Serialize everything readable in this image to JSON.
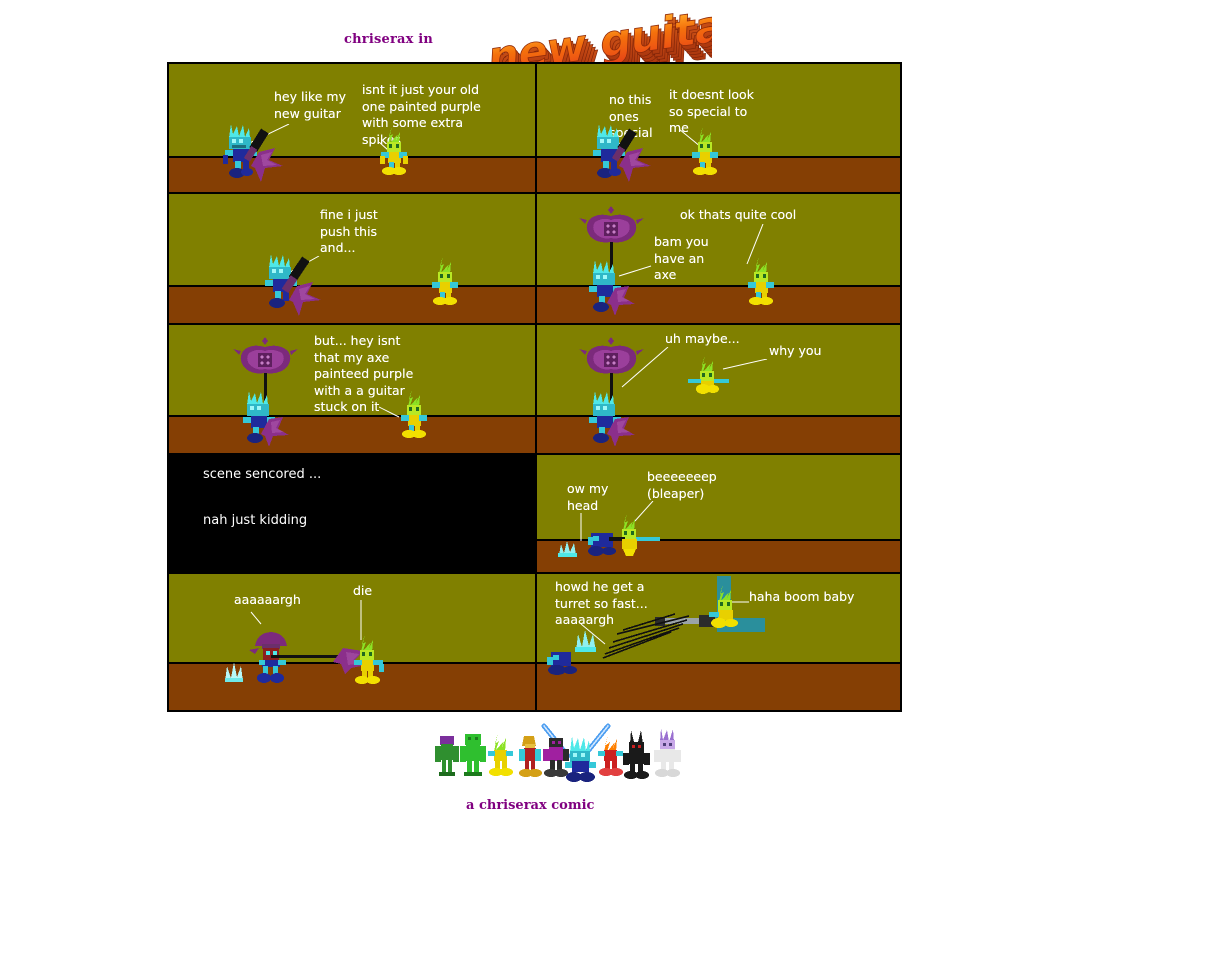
{
  "header": {
    "byline": "chriserax in",
    "title": "new guitar",
    "title_colors": {
      "face_light": "#ff9a1f",
      "face_mid": "#f4700c",
      "face_dark": "#e23c17",
      "side": "#b5380f",
      "outline": "#7a2208"
    }
  },
  "palette": {
    "sky": "#808000",
    "ground": "#853f04",
    "panel_border": "#000000",
    "dialogue_text": "#ffffff",
    "byline_purple": "#800080",
    "page_background": "#ffffff",
    "guitar_purple": "#8b2f8b",
    "axe_purple": "#7c2a7c",
    "crystal_cyan": "#4fe8e8",
    "robot_blue": "#1f2a9c",
    "robot_yellow": "#e8d000",
    "flame_green": "#8ce224",
    "turret_teal": "#2a8f9c"
  },
  "comic": {
    "rows": [
      {
        "id": "row-1",
        "panels": [
          {
            "id": "panel-1a",
            "kind": "scene",
            "bubbles": [
              {
                "id": "bubble-hey-like-my-new-guitar",
                "text": "hey like my\nnew guitar",
                "speaker": "blue-robot"
              },
              {
                "id": "bubble-isnt-it-just-your-old",
                "text": "isnt it just your old\none painted purple\nwith some extra\nspikes",
                "speaker": "yellow-robot"
              }
            ]
          },
          {
            "id": "panel-1b",
            "kind": "scene",
            "bubbles": [
              {
                "id": "bubble-no-this-ones-special",
                "text": "no this\nones\nspecial",
                "speaker": "blue-robot"
              },
              {
                "id": "bubble-it-doesnt-look-so-special",
                "text": "it doesnt look\nso special to\nme",
                "speaker": "yellow-robot"
              }
            ]
          }
        ]
      },
      {
        "id": "row-2",
        "panels": [
          {
            "id": "panel-2a",
            "kind": "scene",
            "bubbles": [
              {
                "id": "bubble-fine-i-just-push-this",
                "text": "fine i just\npush this\nand...",
                "speaker": "blue-robot"
              }
            ]
          },
          {
            "id": "panel-2b",
            "kind": "scene",
            "bubbles": [
              {
                "id": "bubble-bam-you-have-an-axe",
                "text": "bam you\nhave an\naxe",
                "speaker": "blue-robot"
              },
              {
                "id": "bubble-ok-thats-quite-cool",
                "text": "ok thats quite cool",
                "speaker": "yellow-robot"
              }
            ]
          }
        ]
      },
      {
        "id": "row-3",
        "panels": [
          {
            "id": "panel-3a",
            "kind": "scene",
            "bubbles": [
              {
                "id": "bubble-but-hey-isnt-that-my-axe",
                "text": "but... hey isnt\nthat my axe\npainteed purple\nwith a a guitar\nstuck on it",
                "speaker": "yellow-robot"
              }
            ]
          },
          {
            "id": "panel-3b",
            "kind": "scene",
            "bubbles": [
              {
                "id": "bubble-uh-maybe",
                "text": "uh maybe...",
                "speaker": "blue-robot"
              },
              {
                "id": "bubble-why-you",
                "text": "why you",
                "speaker": "yellow-robot"
              }
            ]
          }
        ]
      },
      {
        "id": "row-4",
        "panels": [
          {
            "id": "panel-4a",
            "kind": "censored",
            "lines": [
              {
                "id": "censor-line-1",
                "text": "scene sencored ..."
              },
              {
                "id": "censor-line-2",
                "text": "nah just kidding"
              }
            ]
          },
          {
            "id": "panel-4b",
            "kind": "scene",
            "bubbles": [
              {
                "id": "bubble-ow-my-head",
                "text": "ow my\nhead",
                "speaker": "blue-robot"
              },
              {
                "id": "bubble-beeeeeeep-bleaper",
                "text": "beeeeeeep\n(bleaper)",
                "speaker": "yellow-robot"
              }
            ]
          }
        ]
      },
      {
        "id": "row-5",
        "panels": [
          {
            "id": "panel-5a",
            "kind": "scene",
            "bubbles": [
              {
                "id": "bubble-aaaaaargh",
                "text": "aaaaaargh",
                "speaker": "blue-robot"
              },
              {
                "id": "bubble-die",
                "text": "die",
                "speaker": "yellow-robot"
              }
            ]
          },
          {
            "id": "panel-5b",
            "kind": "scene",
            "bubbles": [
              {
                "id": "bubble-howd-he-get-a-turret",
                "text": "howd he get a\nturret so fast...\naaaaargh",
                "speaker": "blue-robot"
              },
              {
                "id": "bubble-haha-boom-baby",
                "text": "haha boom baby",
                "speaker": "yellow-robot"
              }
            ]
          }
        ]
      }
    ]
  },
  "footer": {
    "credit": "a chriserax comic",
    "cast": [
      {
        "id": "cast-1",
        "name": "green-purple-robot",
        "body": "#2f8f2f",
        "accent": "#7b2f9c"
      },
      {
        "id": "cast-2",
        "name": "green-robot",
        "body": "#2fbf2f",
        "accent": "#1d7a1d"
      },
      {
        "id": "cast-3",
        "name": "yellow-flame-robot",
        "body": "#e8d000",
        "accent": "#8ce224"
      },
      {
        "id": "cast-4",
        "name": "gold-red-robot",
        "body": "#d4a017",
        "accent": "#b02020"
      },
      {
        "id": "cast-5",
        "name": "magenta-black-robot",
        "body": "#a020a0",
        "accent": "#2b2b2b"
      },
      {
        "id": "cast-6",
        "name": "blue-crystal-saber-robot",
        "body": "#1f2a9c",
        "accent": "#4fe8e8"
      },
      {
        "id": "cast-7",
        "name": "red-flame-robot",
        "body": "#cc2020",
        "accent": "#ff8000"
      },
      {
        "id": "cast-8",
        "name": "black-robot",
        "body": "#1a1a1a",
        "accent": "#555555"
      },
      {
        "id": "cast-9",
        "name": "white-violet-robot",
        "body": "#e8e8e8",
        "accent": "#9a6fd0"
      }
    ]
  }
}
